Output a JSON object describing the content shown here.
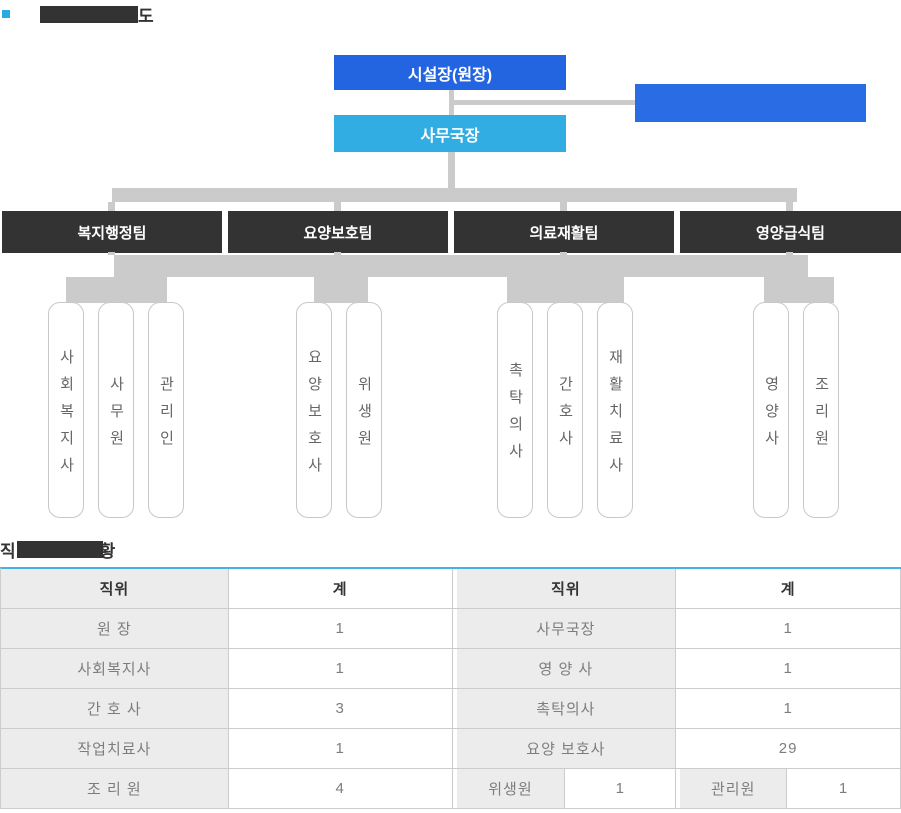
{
  "titles": {
    "org_title_visible": "도",
    "staff_title_prefix": "직",
    "staff_title_suffix": "황"
  },
  "org_chart": {
    "director": "시설장(원장)",
    "side_box": "",
    "secretary": "사무국장",
    "teams": [
      {
        "name": "복지행정팀",
        "members": [
          "사회복지사",
          "사무원",
          "관리인"
        ]
      },
      {
        "name": "요양보호팀",
        "members": [
          "요양보호사",
          "위생원"
        ]
      },
      {
        "name": "의료재활팀",
        "members": [
          "촉탁의사",
          "간호사",
          "재활치료사"
        ]
      },
      {
        "name": "영양급식팀",
        "members": [
          "영양사",
          "조리원"
        ]
      }
    ]
  },
  "staff_table": {
    "headers": [
      "직위",
      "계",
      "직위",
      "계"
    ],
    "rows": [
      [
        "원      장",
        "1",
        "사무국장",
        "1"
      ],
      [
        "사회복지사",
        "1",
        "영 양 사",
        "1"
      ],
      [
        "간 호 사",
        "3",
        "촉탁의사",
        "1"
      ],
      [
        "작업치료사",
        "1",
        "요양 보호사",
        "29"
      ],
      [
        "조 리 원",
        "4",
        "위생원",
        "1",
        "관리원",
        "1"
      ]
    ]
  },
  "colors": {
    "primary_blue": "#2364e0",
    "sky_blue": "#32ade4",
    "charcoal": "#333333",
    "connector_gray": "#cbcbcb",
    "table_accent": "#45b2e5",
    "cell_gray": "#ececec",
    "text_gray": "#7d7d7d",
    "bullet_blue": "#29abe2"
  }
}
